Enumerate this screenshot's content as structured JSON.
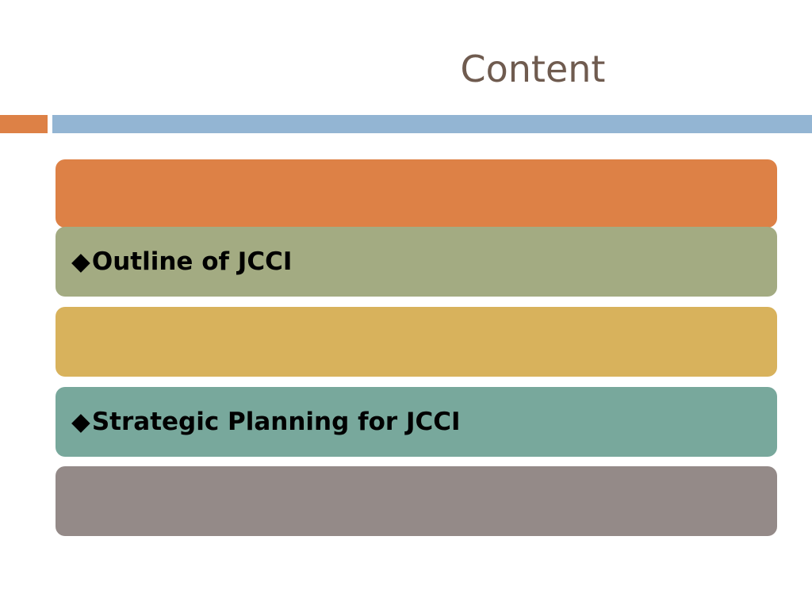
{
  "slide": {
    "title": "Content"
  },
  "colors": {
    "title_text": "#6f5b4f",
    "accent_orange": "#dd8146",
    "accent_blue": "#93b5d3"
  },
  "bands": [
    {
      "color": "#dd8146",
      "bullet": "",
      "text": ""
    },
    {
      "color": "#a3ab82",
      "bullet": "◆",
      "text": "Outline of JCCI"
    },
    {
      "color": "#d8b25c",
      "bullet": "",
      "text": ""
    },
    {
      "color": "#78a89c",
      "bullet": "◆",
      "text": "Strategic Planning for JCCI"
    },
    {
      "color": "#948a88",
      "bullet": "",
      "text": ""
    }
  ]
}
